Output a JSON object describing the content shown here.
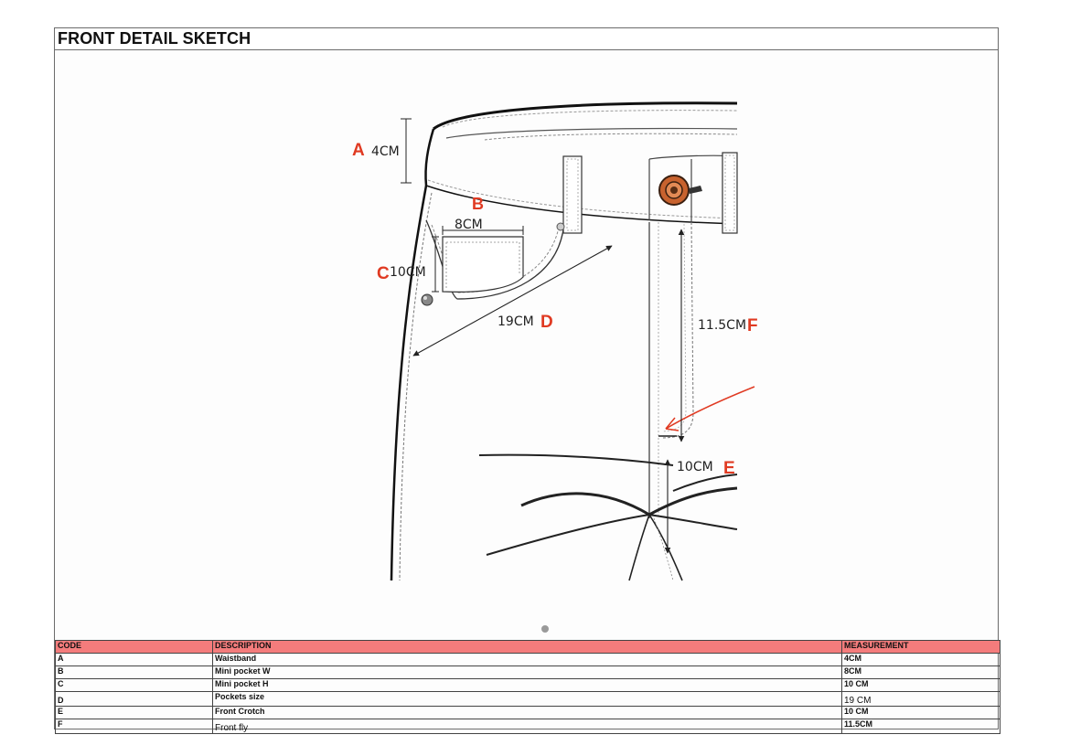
{
  "page": {
    "title": "FRONT DETAIL SKETCH"
  },
  "callouts": [
    {
      "code": "A",
      "measurement": "4CM"
    },
    {
      "code": "B",
      "measurement": "8CM"
    },
    {
      "code": "C",
      "measurement": "10CM"
    },
    {
      "code": "D",
      "measurement": "19CM"
    },
    {
      "code": "E",
      "measurement": "10CM"
    },
    {
      "code": "F",
      "measurement": "11.5CM"
    }
  ],
  "table": {
    "headers": [
      "CODE",
      "DESCRIPTION",
      "MEASUREMENT"
    ],
    "rows": [
      {
        "code": "A",
        "description": "Waistband",
        "measurement": "4CM"
      },
      {
        "code": "B",
        "description": "Mini pocket W",
        "measurement": "8CM"
      },
      {
        "code": "C",
        "description": "Mini pocket H",
        "measurement": "10 CM"
      },
      {
        "code": "D",
        "description": "Pockets size",
        "measurement": "19 CM"
      },
      {
        "code": "E",
        "description": "Front Crotch",
        "measurement": "10 CM"
      },
      {
        "code": "F",
        "description": "Front fly",
        "measurement": "11.5CM"
      }
    ]
  },
  "colors": {
    "callout_red": "#e03a22",
    "table_header": "#f47c7c",
    "button": "#c8622e"
  }
}
